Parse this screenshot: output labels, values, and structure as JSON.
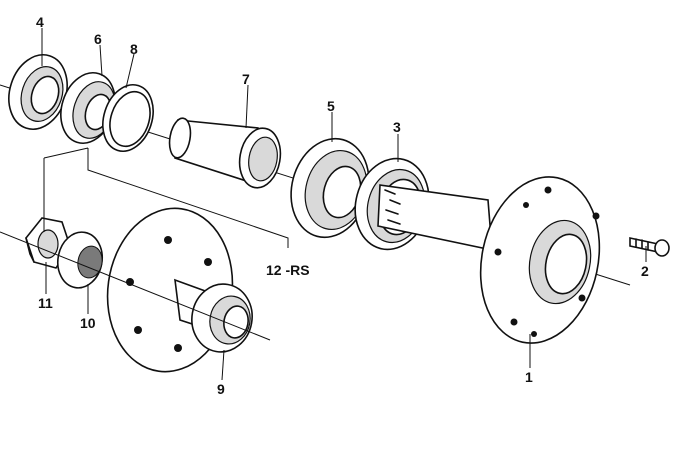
{
  "callouts": {
    "c1": "1",
    "c2": "2",
    "c3": "3",
    "c4": "4",
    "c5": "5",
    "c6": "6",
    "c7": "7",
    "c8": "8",
    "c9": "9",
    "c10": "10",
    "c11": "11",
    "c12": "12 -RS"
  },
  "colors": {
    "line": "#111111",
    "shade_light": "#d9d9d9",
    "shade_dark": "#7a7a7a",
    "background": "#ffffff"
  }
}
